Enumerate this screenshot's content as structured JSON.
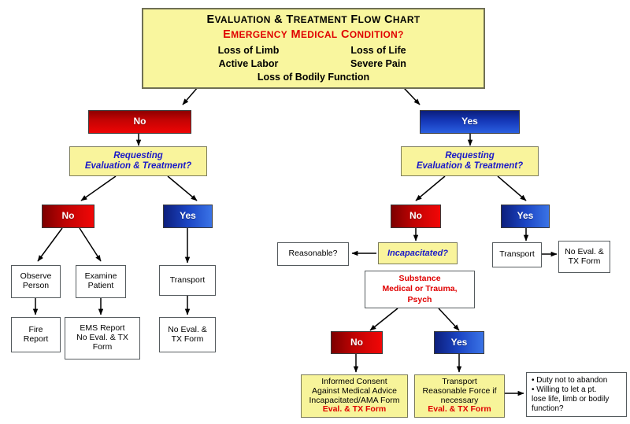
{
  "header": {
    "title": "EVALUATION & TREATMENT FLOW CHART",
    "subtitle": "EMERGENCY MEDICAL CONDITION?",
    "col_left": [
      "Loss of Limb",
      "Active Labor"
    ],
    "col_right": [
      "Loss of Life",
      "Severe Pain"
    ],
    "last_line": "Loss of Bodily Function"
  },
  "labels": {
    "no": "No",
    "yes": "Yes",
    "requesting_line1": "Requesting",
    "requesting_line2": "Evaluation & Treatment?",
    "observe_person": "Observe\nPerson",
    "examine_patient": "Examine\nPatient",
    "transport": "Transport",
    "fire_report": "Fire\nReport",
    "ems_report": "EMS Report\nNo Eval. & TX\nForm",
    "no_eval_tx": "No Eval. &\nTX Form",
    "reasonable": "Reasonable?",
    "incapacitated": "Incapacitated?",
    "substance_l1": "Substance",
    "substance_l2": "Medical or Trauma,",
    "substance_l3": "Psych",
    "informed_l1": "Informed Consent",
    "informed_l2": "Against Medical Advice",
    "informed_l3": "Incapacitated/AMA Form",
    "informed_l4": "Eval. & TX Form",
    "transport_l1": "Transport",
    "transport_l2": "Reasonable Force if",
    "transport_l3": "necessary",
    "transport_l4": "Eval. & TX Form",
    "bullet1": "•  Duty not to abandon",
    "bullet2": "•  Willing to let a pt.",
    "bullet3": "lose life, limb or bodily",
    "bullet4": "function?"
  },
  "colors": {
    "yellow": "#f9f49c",
    "red_accent": "#e00000",
    "blue_text": "#1a19c8",
    "arrow": "#000000"
  }
}
